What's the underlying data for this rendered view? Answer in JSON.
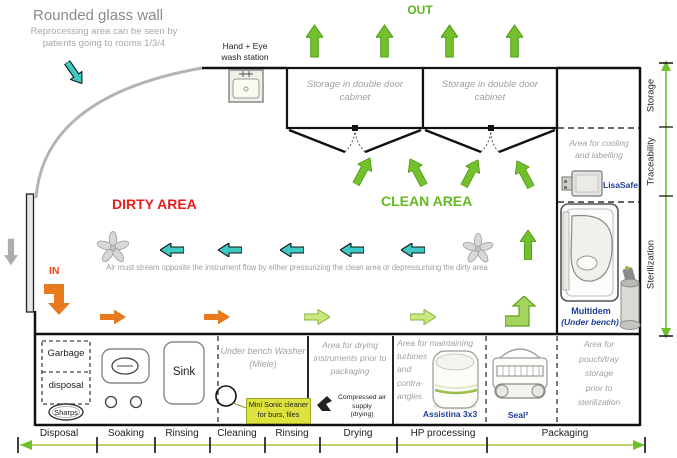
{
  "colors": {
    "flow_green": "#72c12c",
    "flow_light_green": "#c8e87d",
    "flow_teal": "#3ec9c4",
    "flow_orange": "#e87a1e",
    "dirty_red": "#e81d1d",
    "clean_green": "#5cb71f",
    "product_navy": "#1e3d94",
    "note_gray": "#9e9e9e",
    "scale_line": "#a9c93d",
    "highlight_yellow": "#dde23c"
  },
  "icons": {
    "up_arrow": "green-flow-up-arrow",
    "left_arrow": "teal-airflow-left-arrow",
    "right_arrow": "orange-instrument-flow-arrow",
    "bend_arrow": "bent-flow-arrow",
    "fan": "fan-icon",
    "wash": "sink-icon"
  },
  "annotations": {
    "glass_wall_title": "Rounded glass wall",
    "glass_wall_note": "Reprocessing area can be seen by patients going to rooms 1/3/4",
    "hand_eye_station": "Hand + Eye wash station",
    "out_label": "OUT",
    "in_label": "IN",
    "dirty_area_label": "DIRTY AREA",
    "clean_area_label": "CLEAN AREA",
    "air_note": "Air must stream opposite the instrument flow by either pressurizing the clean area or depressurising the dirty area"
  },
  "cabinets": {
    "left_label": "Storage in double door cabinet",
    "right_label": "Storage in double door cabinet"
  },
  "right_column": {
    "cooling_note": "Area for cooling and labelling",
    "lisasafe_label": "LisaSafe",
    "multidem_label": "Multidem",
    "multidem_note": "(Under bench)"
  },
  "right_scale": {
    "sections": [
      "Storage",
      "Traceability",
      "Sterilization"
    ]
  },
  "bench": {
    "garbage_line1": "Garbage",
    "garbage_line2": "disposal",
    "sharps_label": "Sharps",
    "sink_label": "Sink",
    "washer_note": "Under bench Washer (Miele)",
    "mini_sonic_line1": "Mini Sonic cleaner",
    "mini_sonic_line2": "for burs, files",
    "drying_note": "Area for drying instruments prior to packaging",
    "air_supply_line1": "Compressed air supply",
    "air_supply_line2": "(drying)",
    "hp_note_lines": [
      "Area for maintaining",
      "turbines",
      "and",
      "contra-",
      "angles"
    ],
    "assistina_label": "Assistina 3x3",
    "seal_label": "Seal²",
    "pouch_note_lines": [
      "Area for",
      "pouch/tray",
      "storage",
      "prior to",
      "sterilization"
    ]
  },
  "bottom_scale": {
    "labels": [
      "Disposal",
      "Soaking",
      "Rinsing",
      "Cleaning",
      "Rinsing",
      "Drying",
      "HP processing",
      "Packaging"
    ]
  }
}
